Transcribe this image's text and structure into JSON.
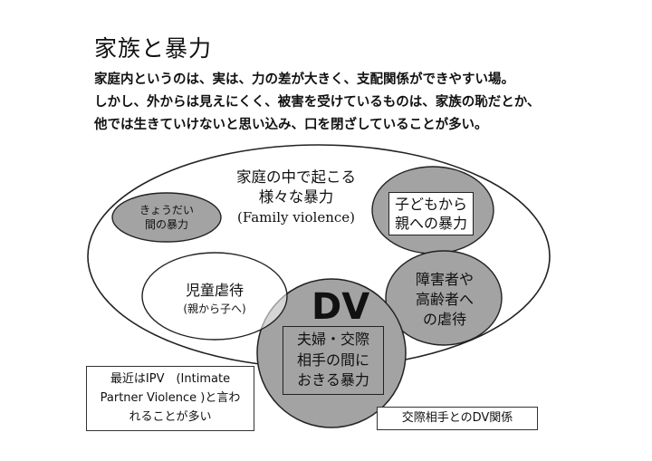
{
  "title": "家族と暴力",
  "intro": {
    "line1": "家庭内というのは、実は、力の差が大きく、支配関係ができやすい場。",
    "line2": "しかし、外からは見えにくく、被害を受けているものは、家族の恥だとか、",
    "line3": "他では生きていけないと思い込み、口を閉ざしていることが多い。"
  },
  "outer": {
    "line1": "家庭の中で起こる",
    "line2": "様々な暴力",
    "line3": "(Family violence)"
  },
  "siblings": {
    "line1": "きょうだい",
    "line2": "間の暴力"
  },
  "child_to_parent": {
    "line1": "子どもから",
    "line2": "親への暴力"
  },
  "child_abuse": {
    "line1": "児童虐待",
    "line2": "(親から子へ)"
  },
  "disabled_elderly": {
    "line1": "障害者や",
    "line2": "高齢者へ",
    "line3": "の虐待"
  },
  "dv": {
    "title": "DV",
    "line1": "夫婦・交際",
    "line2": "相手の間に",
    "line3": "おきる暴力"
  },
  "ipv_note": {
    "line1": "最近はIPV　(Intimate",
    "line2": "Partner Violence )と言わ",
    "line3": "れることが多い"
  },
  "dating_note": "交際相手とのDV関係",
  "colors": {
    "gray_fill": "#a3a3a3",
    "outline": "#222222"
  }
}
